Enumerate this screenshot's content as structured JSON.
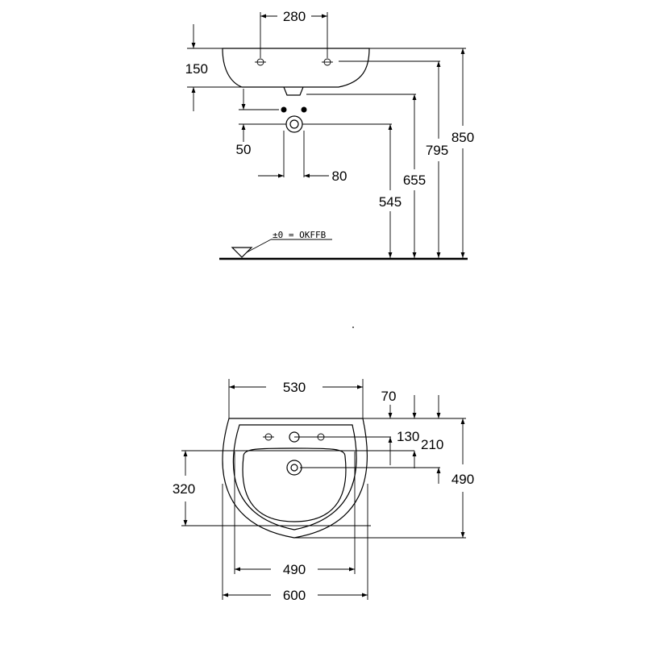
{
  "side_view": {
    "dims": {
      "tap_spacing": "280",
      "basin_depth": "150",
      "drain_offset": "50",
      "trap_width": "80",
      "height_545": "545",
      "height_655": "655",
      "height_795": "795",
      "height_850": "850"
    },
    "floor_label": "±0 = OKFFB"
  },
  "top_view": {
    "dims": {
      "overall_width": "530",
      "back_edge": "70",
      "tap_row": "130",
      "drain_row": "210",
      "bowl_depth": "320",
      "overall_depth": "490",
      "bowl_width": "490",
      "total_width": "600"
    }
  }
}
